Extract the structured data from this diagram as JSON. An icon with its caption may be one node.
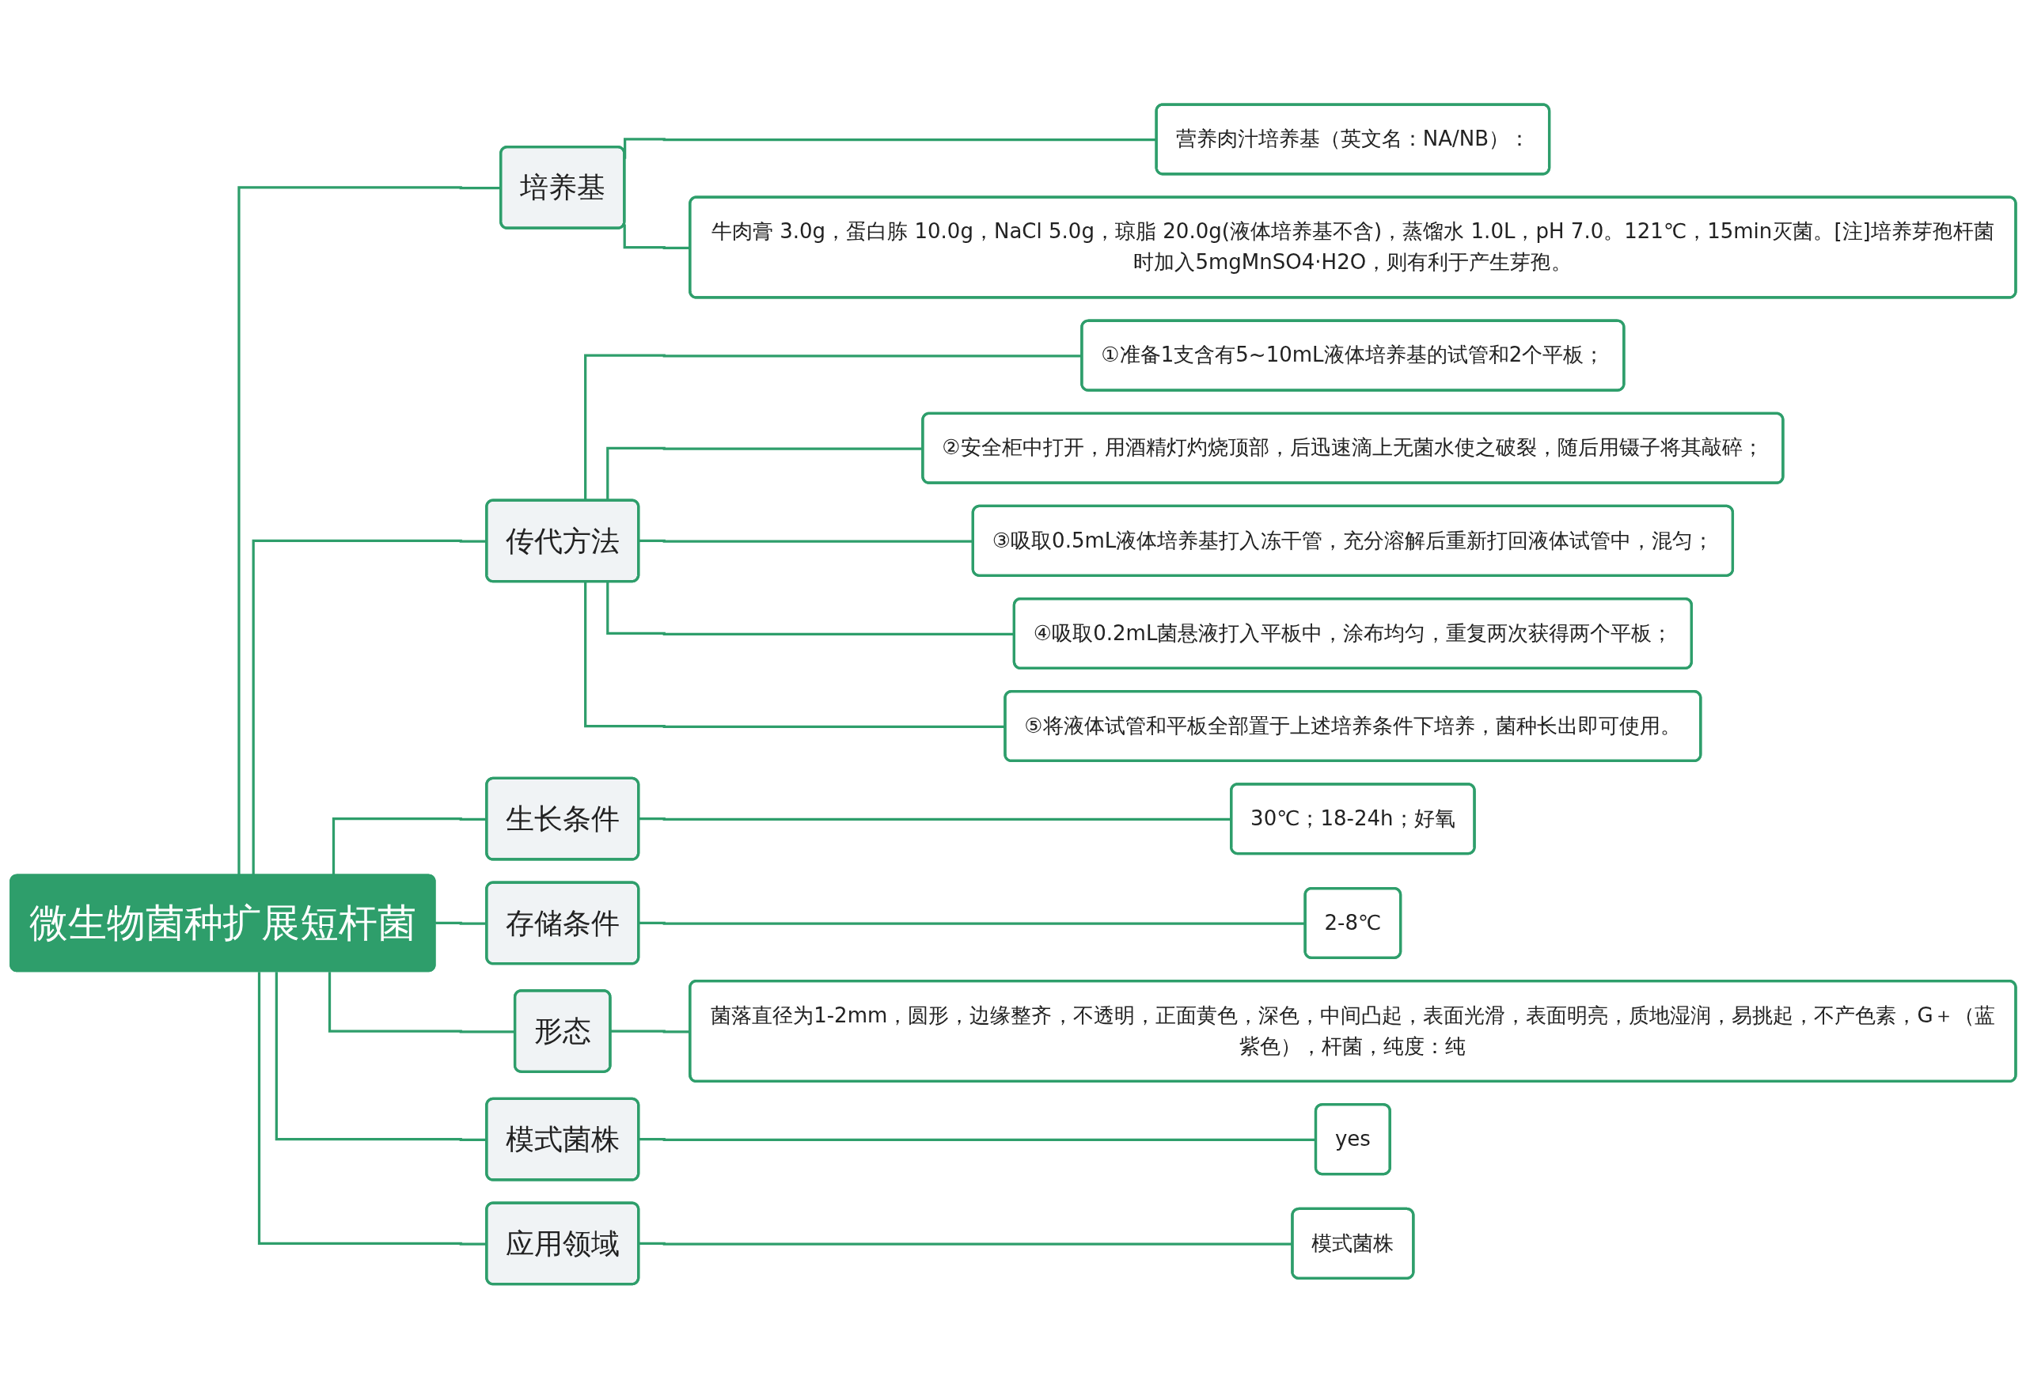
{
  "diagram": {
    "nodes": [
      {
        "text": [
          "微生物菌种扩展短杆菌"
        ]
      },
      {
        "text": [
          "培养基"
        ]
      },
      {
        "text": [
          "营养肉汁培养基（英文名：NA/NB）："
        ]
      },
      {
        "text": [
          "牛肉膏 3.0g，蛋白胨 10.0g，NaCl 5.0g，琼脂 20.0g(液体培养基不含)，蒸馏水 1.0L，pH 7.0。121℃，15min灭菌。[注]培养芽孢杆菌时加入5mgMnSO4·H2O，则有利于产生芽孢。"
        ]
      },
      {
        "text": [
          "传代方法"
        ]
      },
      {
        "text": [
          "①准备1支含有5~10mL液体培养基的试管和2个平板；"
        ]
      },
      {
        "text": [
          "②安全柜中打开，用酒精灯灼烧顶部，后迅速滴上无菌水使之破裂，随后用镊子将其敲碎；"
        ]
      },
      {
        "text": [
          "③吸取0.5mL液体培养基打入冻干管，充分溶解后重新打回液体试管中，混匀；"
        ]
      },
      {
        "text": [
          "④吸取0.2mL菌悬液打入平板中，涂布均匀，重复两次获得两个平板；"
        ]
      },
      {
        "text": [
          "⑤将液体试管和平板全部置于上述培养条件下培养，菌种长出即可使用。"
        ]
      },
      {
        "text": [
          "生长条件"
        ]
      },
      {
        "text": [
          "30℃；18-24h；好氧"
        ]
      },
      {
        "text": [
          "存储条件"
        ]
      },
      {
        "text": [
          "2-8℃"
        ]
      },
      {
        "text": [
          "形态"
        ]
      },
      {
        "text": [
          "菌落直径为1-2mm，圆形，边缘整齐，不透明，正面黄色，深色，中间凸起，表面光滑，表面明亮，质地湿润，易挑起，不产色素，G＋（蓝紫色），杆菌，纯度：纯"
        ]
      },
      {
        "text": [
          "模式菌株"
        ]
      },
      {
        "text": [
          "yes"
        ]
      },
      {
        "text": [
          "应用领域"
        ]
      },
      {
        "text": [
          "模式菌株"
        ]
      }
    ],
    "edges": [
      {
        "from": 0,
        "to": 1,
        "arrow": "none"
      },
      {
        "from": 1,
        "to": 2,
        "arrow": "none"
      },
      {
        "from": 1,
        "to": 3,
        "arrow": "none"
      },
      {
        "from": 0,
        "to": 4,
        "arrow": "none"
      },
      {
        "from": 4,
        "to": 5,
        "arrow": "none"
      },
      {
        "from": 4,
        "to": 6,
        "arrow": "none"
      },
      {
        "from": 4,
        "to": 7,
        "arrow": "none"
      },
      {
        "from": 4,
        "to": 8,
        "arrow": "none"
      },
      {
        "from": 4,
        "to": 9,
        "arrow": "none"
      },
      {
        "from": 0,
        "to": 10,
        "arrow": "none"
      },
      {
        "from": 10,
        "to": 11,
        "arrow": "none"
      },
      {
        "from": 0,
        "to": 12,
        "arrow": "none"
      },
      {
        "from": 12,
        "to": 13,
        "arrow": "none"
      },
      {
        "from": 0,
        "to": 14,
        "arrow": "none"
      },
      {
        "from": 14,
        "to": 15,
        "arrow": "none"
      },
      {
        "from": 0,
        "to": 16,
        "arrow": "none"
      },
      {
        "from": 16,
        "to": 17,
        "arrow": "none"
      },
      {
        "from": 0,
        "to": 18,
        "arrow": "none"
      },
      {
        "from": 18,
        "to": 19,
        "arrow": "none"
      }
    ]
  }
}
